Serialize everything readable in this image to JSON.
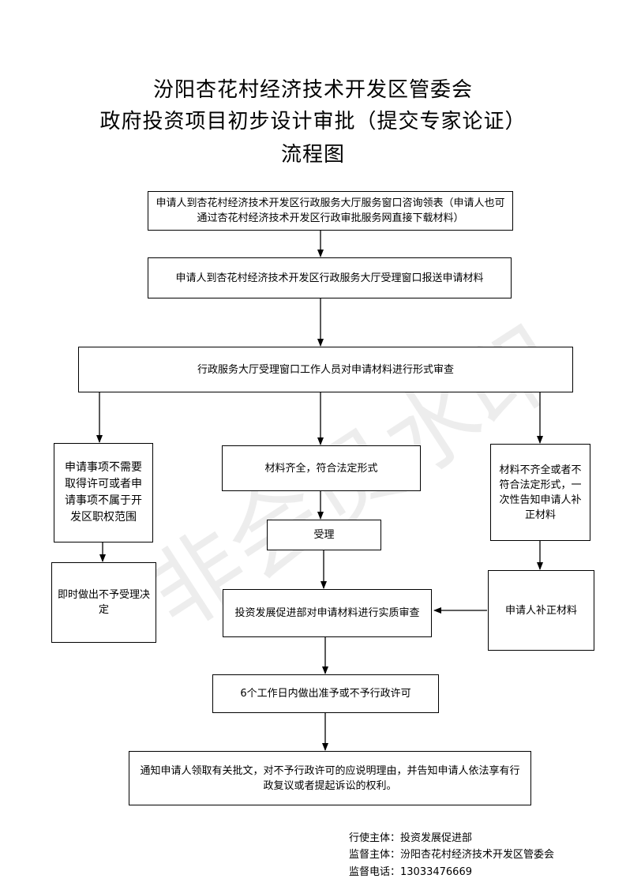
{
  "title": {
    "line1": "汾阳杏花村经济技术开发区管委会",
    "line2": "政府投资项目初步设计审批（提交专家论证）",
    "line3": "流程图"
  },
  "steps": {
    "consult": "申请人到杏花村经济技术开发区行政服务大厅服务窗口咨询领表（申请人也可通过杏花村经济技术开发区行政审批服务网直接下载材料）",
    "submit": "申请人到杏花村经济技术开发区行政服务大厅受理窗口报送申请材料",
    "formal_review": "行政服务大厅受理窗口工作人员对申请材料进行形式审查",
    "not_required": "申请事项不需要取得许可或者申请事项不属于开发区职权范围",
    "complete": "材料齐全，符合法定形式",
    "incomplete": "材料不齐全或者不符合法定形式，一次性告知申请人补正材料",
    "reject": "即时做出不予受理决定",
    "accept": "受理",
    "supplement": "申请人补正材料",
    "substantive_review": "投资发展促进部对申请材料进行实质审查",
    "decision": "6个工作日内做出准予或不予行政许可",
    "notify": "通知申请人领取有关批文，对不予行政许可的应说明理由，并告知申请人依法享有行政复议或者提起诉讼的权利。"
  },
  "watermark": "非会员水印",
  "footer": {
    "executor": "行使主体：投资发展促进部",
    "supervisor": "监督主体：汾阳杏花村经济技术开发区管委会",
    "phone": "监督电话：13033476669"
  }
}
